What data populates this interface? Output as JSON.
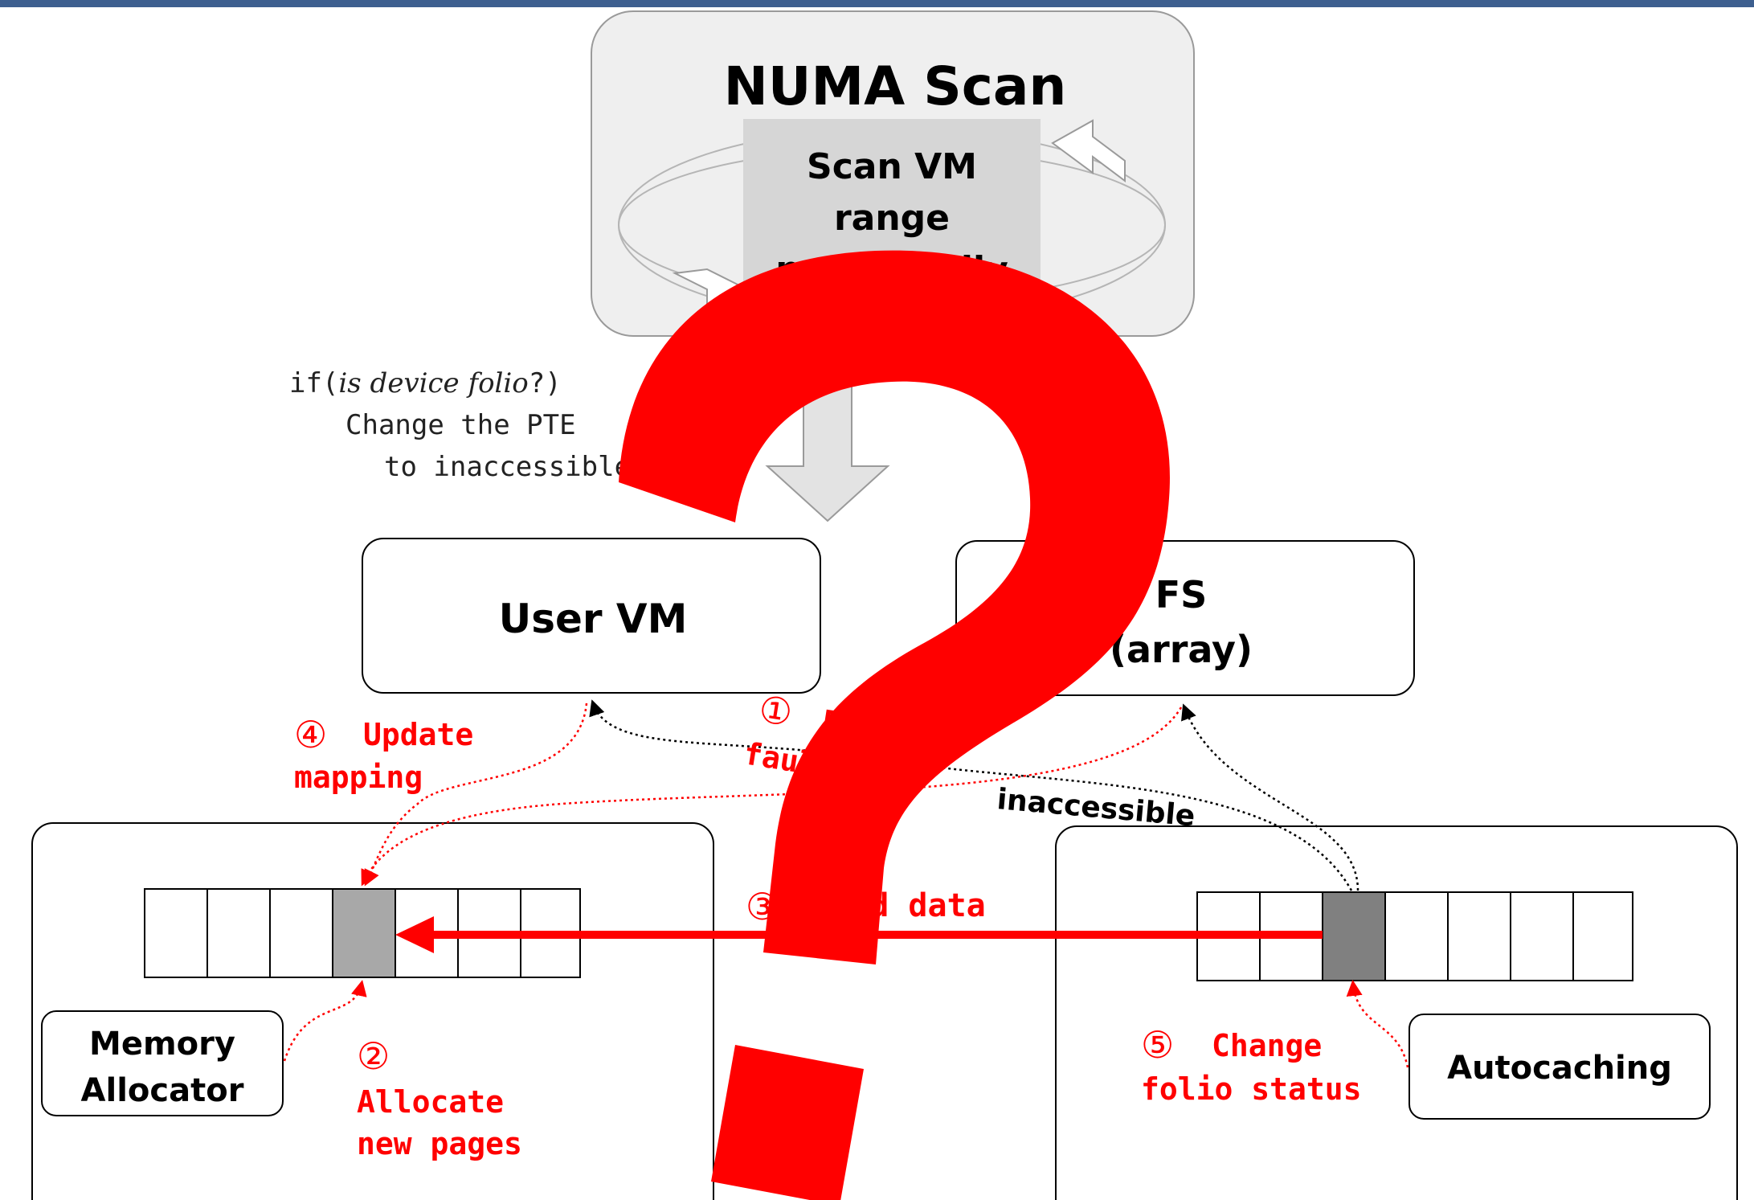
{
  "numa": {
    "title": "NUMA Scan",
    "box_line1": "Scan VM",
    "box_line2": "range",
    "box_line3": "periodically"
  },
  "code": {
    "kw_if": "if(",
    "cond": "is device folio",
    "close": "?)",
    "line2": "Change the PTE",
    "line3": "to inaccessible"
  },
  "user_vm": {
    "label": "User VM"
  },
  "fs_box": {
    "line1": "FS",
    "line2": "(array)"
  },
  "steps": {
    "s1_num": "①",
    "s1_l1": "Page",
    "s1_l2": "fault",
    "s2_num": "②",
    "s2_l1": "Allocate",
    "s2_l2": "new pages",
    "s3_num": "③",
    "s3_l1": "Read data",
    "s4_num": "④",
    "s4_l1": "Update",
    "s4_l2": "mapping",
    "s5_num": "⑤",
    "s5_l1": "Change",
    "s5_l2": "folio status"
  },
  "inaccessible_label": "inaccessible",
  "memory_allocator": {
    "line1": "Memory",
    "line2": "Allocator"
  },
  "autocaching": {
    "label": "Autocaching"
  },
  "colors": {
    "accent_red": "#ff0000",
    "top_bar": "#3d5f8f",
    "panel_gray": "#efefef",
    "inner_gray": "#d6d6d6",
    "cell_light": "#a8a8a8",
    "cell_dark": "#808080"
  }
}
